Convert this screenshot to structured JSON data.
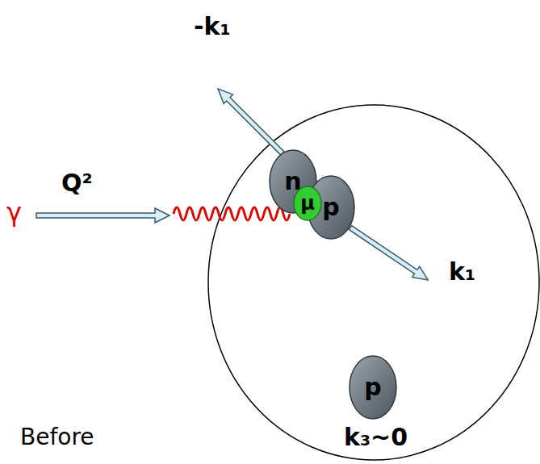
{
  "diagram": {
    "nodes": [
      {
        "text": [
          "n"
        ]
      },
      {
        "text": [
          "μ"
        ]
      },
      {
        "text": [
          "p"
        ]
      },
      {
        "text": [
          "p"
        ]
      }
    ],
    "labels": [
      "-k₁",
      "Q²",
      "γ",
      "k₁",
      "k₃~0",
      "Before"
    ]
  }
}
